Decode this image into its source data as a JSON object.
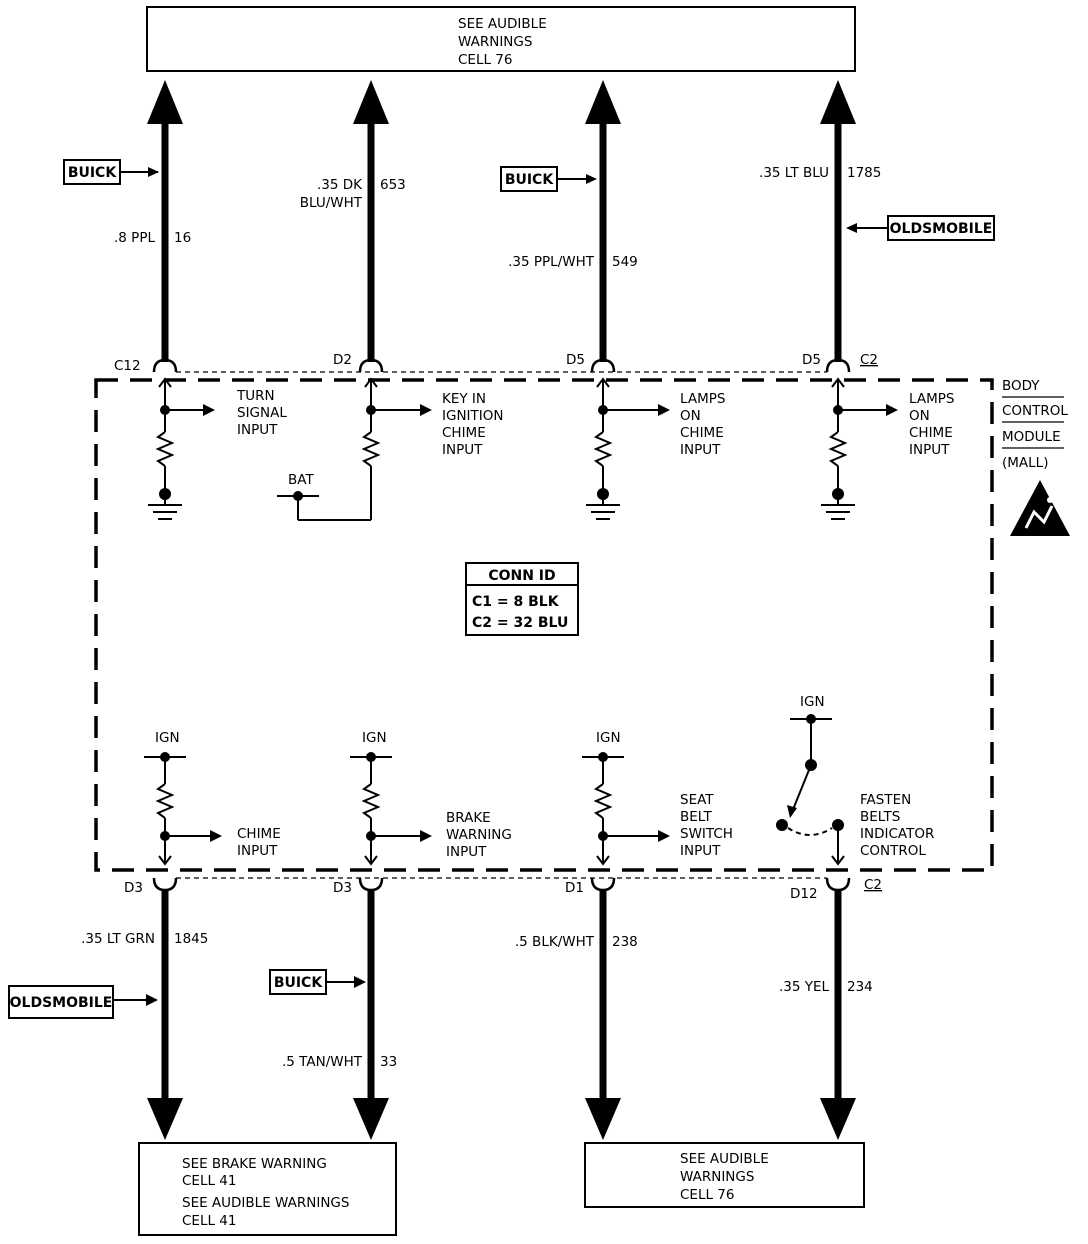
{
  "top_box": {
    "line1": "SEE AUDIBLE",
    "line2": "WARNINGS",
    "line3": "CELL 76"
  },
  "module": {
    "line1": "BODY",
    "line2": "CONTROL",
    "line3": "MODULE",
    "line4": "(MALL)"
  },
  "conn_id": {
    "title": "CONN ID",
    "line1": "C1 = 8 BLK",
    "line2": "C2 = 32 BLU"
  },
  "top_wires": [
    {
      "tag": "BUICK",
      "wire_a": ".8 PPL",
      "wire_b": "",
      "circuit": "16",
      "pin": "C12",
      "connector": ""
    },
    {
      "tag": "",
      "wire_a": ".35 DK",
      "wire_b": "BLU/WHT",
      "circuit": "653",
      "pin": "D2",
      "connector": ""
    },
    {
      "tag": "BUICK",
      "wire_a": ".35 PPL/WHT",
      "wire_b": "",
      "circuit": "549",
      "pin": "D5",
      "connector": ""
    },
    {
      "tag": "OLDSMOBILE",
      "wire_a": ".35 LT BLU",
      "wire_b": "",
      "circuit": "1785",
      "pin": "D5",
      "connector": "C2"
    }
  ],
  "top_inputs": [
    {
      "l1": "TURN",
      "l2": "SIGNAL",
      "l3": "INPUT",
      "l4": ""
    },
    {
      "l1": "KEY IN",
      "l2": "IGNITION",
      "l3": "CHIME",
      "l4": "INPUT"
    },
    {
      "l1": "LAMPS",
      "l2": "ON",
      "l3": "CHIME",
      "l4": "INPUT"
    },
    {
      "l1": "LAMPS",
      "l2": "ON",
      "l3": "CHIME",
      "l4": "INPUT"
    }
  ],
  "bat_label": "BAT",
  "bottom_inputs": [
    {
      "ign": "IGN",
      "l1": "CHIME",
      "l2": "INPUT",
      "l3": "",
      "l4": ""
    },
    {
      "ign": "IGN",
      "l1": "BRAKE",
      "l2": "WARNING",
      "l3": "INPUT",
      "l4": ""
    },
    {
      "ign": "IGN",
      "l1": "SEAT",
      "l2": "BELT",
      "l3": "SWITCH",
      "l4": "INPUT"
    },
    {
      "ign": "IGN",
      "l1": "FASTEN",
      "l2": "BELTS",
      "l3": "INDICATOR",
      "l4": "CONTROL"
    }
  ],
  "bottom_wires": [
    {
      "tag": "OLDSMOBILE",
      "wire": ".35 LT GRN",
      "circuit": "1845",
      "pin": "D3",
      "connector": ""
    },
    {
      "tag": "BUICK",
      "wire": ".5 TAN/WHT",
      "circuit": "33",
      "pin": "D3",
      "connector": ""
    },
    {
      "tag": "",
      "wire": ".5 BLK/WHT",
      "circuit": "238",
      "pin": "D1",
      "connector": ""
    },
    {
      "tag": "",
      "wire": ".35 YEL",
      "circuit": "234",
      "pin": "D12",
      "connector": "C2"
    }
  ],
  "bottom_box_left": {
    "line1": "SEE BRAKE WARNING",
    "line2": "CELL 41",
    "line3": "SEE AUDIBLE WARNINGS",
    "line4": "CELL 41"
  },
  "bottom_box_right": {
    "line1": "SEE AUDIBLE",
    "line2": "WARNINGS",
    "line3": "CELL 76"
  },
  "esd_icon": "esd-warning-icon"
}
